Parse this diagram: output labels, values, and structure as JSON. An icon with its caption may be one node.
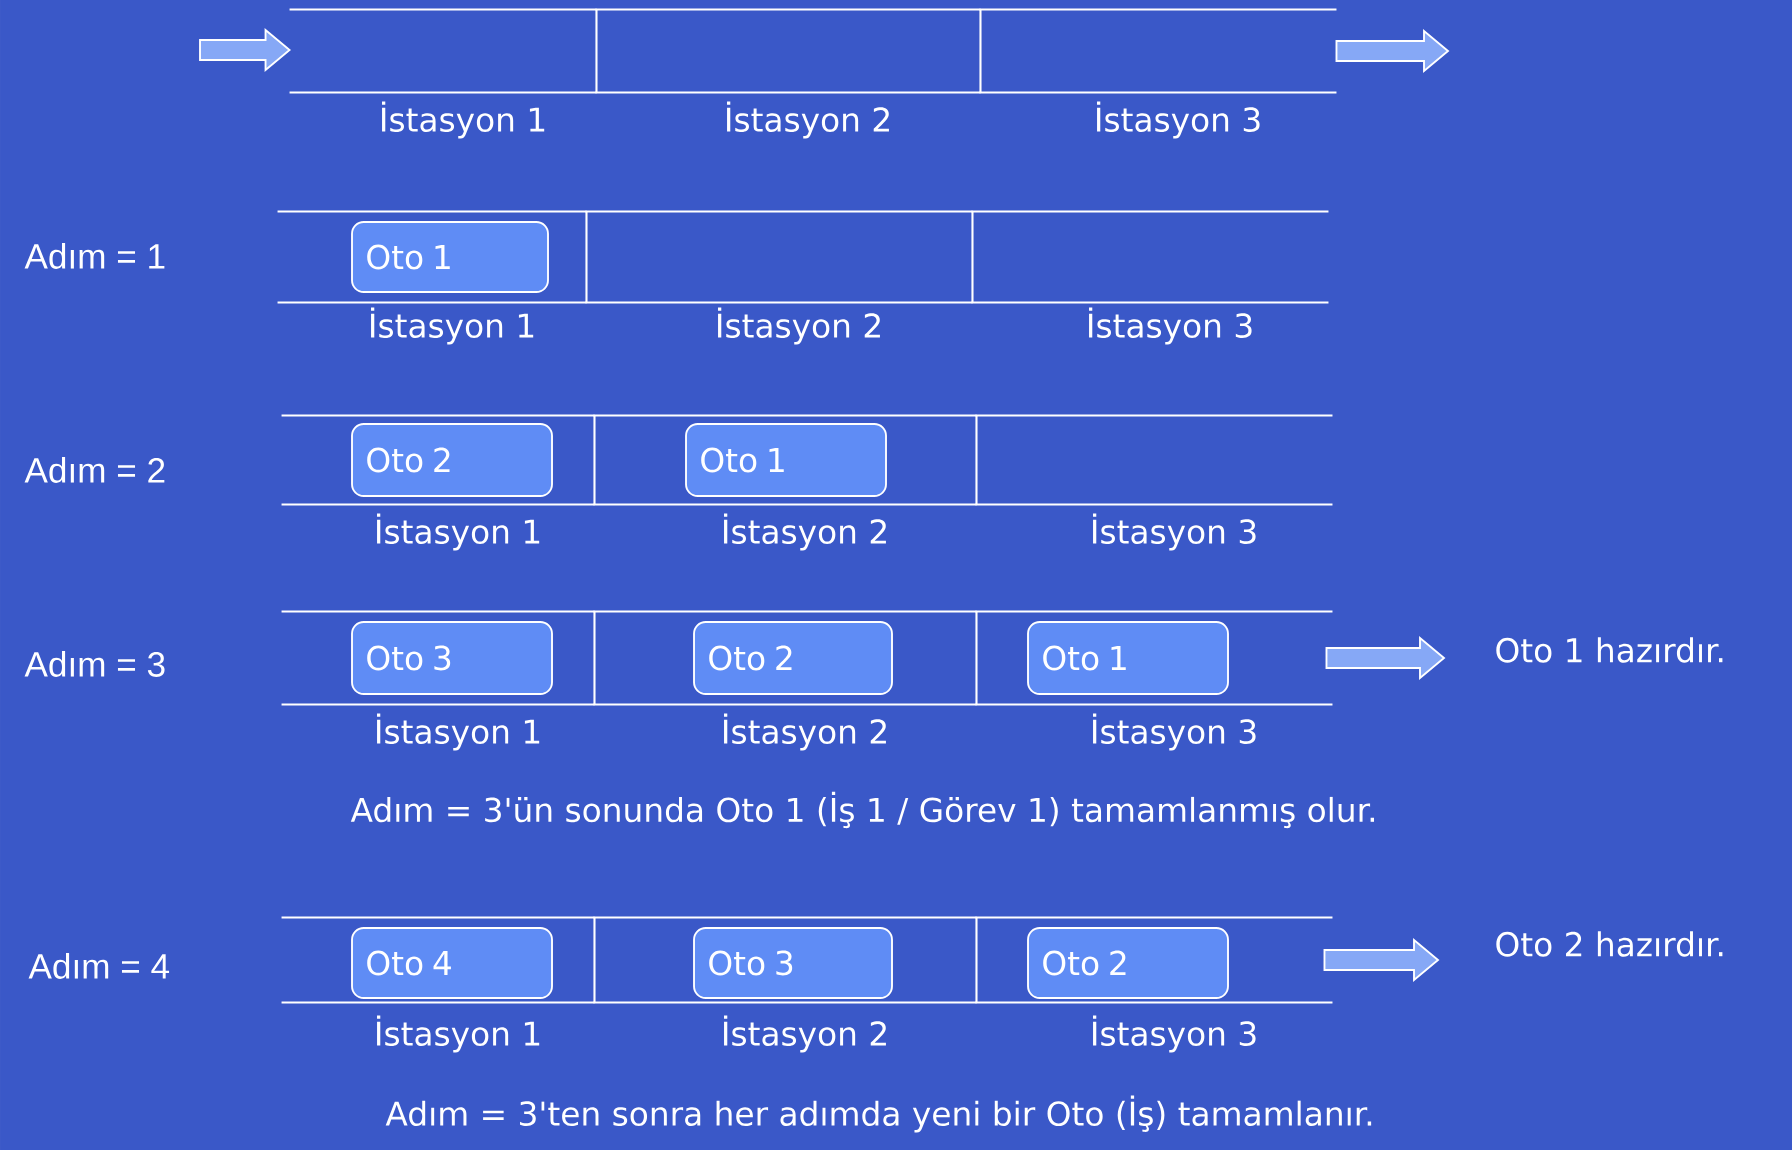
{
  "diagram": {
    "nodes": [
      {
        "text": [
          "İstasyon 1"
        ]
      },
      {
        "text": [
          "İstasyon 2"
        ]
      },
      {
        "text": [
          "İstasyon 3"
        ]
      },
      {
        "text": [
          "İstasyon 1"
        ]
      },
      {
        "text": [
          "İstasyon 2"
        ]
      },
      {
        "text": [
          "İstasyon 3"
        ]
      },
      {
        "text": [
          "Oto 1"
        ],
        "in": 3
      },
      {
        "text": [
          "İstasyon 1"
        ]
      },
      {
        "text": [
          "İstasyon 2"
        ]
      },
      {
        "text": [
          "İstasyon 3"
        ]
      },
      {
        "text": [
          "Oto 2"
        ],
        "in": 7
      },
      {
        "text": [
          "Oto 1"
        ],
        "in": 8
      },
      {
        "text": [
          "İstasyon 1"
        ]
      },
      {
        "text": [
          "İstasyon 2"
        ]
      },
      {
        "text": [
          "İstasyon 3"
        ]
      },
      {
        "text": [
          "Oto 3"
        ],
        "in": 12
      },
      {
        "text": [
          "Oto 2"
        ],
        "in": 13
      },
      {
        "text": [
          "Oto 1"
        ],
        "in": 14
      },
      {
        "text": [
          "Oto 1 hazırdır."
        ]
      },
      {
        "text": [
          "İstasyon 1"
        ]
      },
      {
        "text": [
          "İstasyon 2"
        ]
      },
      {
        "text": [
          "İstasyon 3"
        ]
      },
      {
        "text": [
          "Oto 4"
        ],
        "in": 19
      },
      {
        "text": [
          "Oto 3"
        ],
        "in": 20
      },
      {
        "text": [
          "Oto 2"
        ],
        "in": 21
      },
      {
        "text": [
          "Oto 2 hazırdır."
        ]
      }
    ],
    "edges": [
      {
        "from": null,
        "to": 0,
        "arrow": "to"
      },
      {
        "from": 2,
        "to": null,
        "arrow": "to"
      },
      {
        "from": 14,
        "to": 18,
        "arrow": "to"
      },
      {
        "from": 21,
        "to": 25,
        "arrow": "to"
      }
    ],
    "labels": [
      "Adım = 1",
      "Adım = 2",
      "Adım = 3",
      "Adım = 3'ün sonunda Oto 1 (İş 1 / Görev 1) tamamlanmış olur.",
      "Adım = 4",
      "Adım = 3'ten sonra her adımda yeni bir Oto (İş) tamamlanır."
    ]
  }
}
